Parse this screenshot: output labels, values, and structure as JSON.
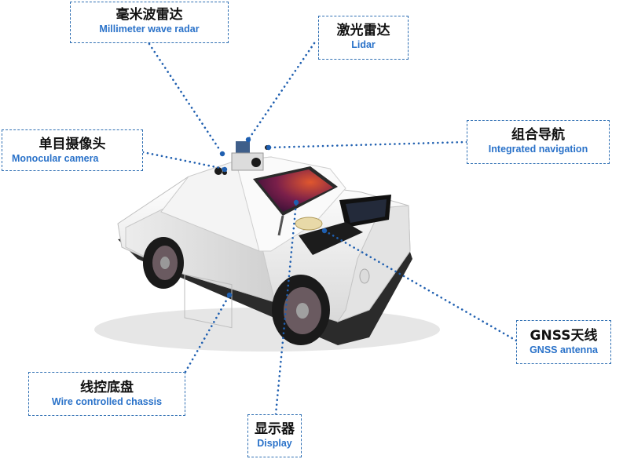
{
  "labels": {
    "millimeter_radar": {
      "zh": "毫米波雷达",
      "en": "Millimeter wave radar"
    },
    "lidar": {
      "zh": "激光雷达",
      "en": "Lidar"
    },
    "monocular_camera": {
      "zh": "单目摄像头",
      "en": "Monocular camera"
    },
    "integrated_navigation": {
      "zh": "组合导航",
      "en": "Integrated navigation"
    },
    "gnss_antenna": {
      "zh": "GNSS天线",
      "en": "GNSS antenna"
    },
    "wire_chassis": {
      "zh": "线控底盘",
      "en": "Wire controlled chassis"
    },
    "display": {
      "zh": "显示器",
      "en": "Display"
    }
  },
  "colors": {
    "leader_line": "#1f5fb0",
    "box_border": "#2f6fb3",
    "english_text": "#2a72c9",
    "chinese_text": "#111111",
    "vehicle_body": "#f2f2f2",
    "tire": "#1a1a1a"
  }
}
